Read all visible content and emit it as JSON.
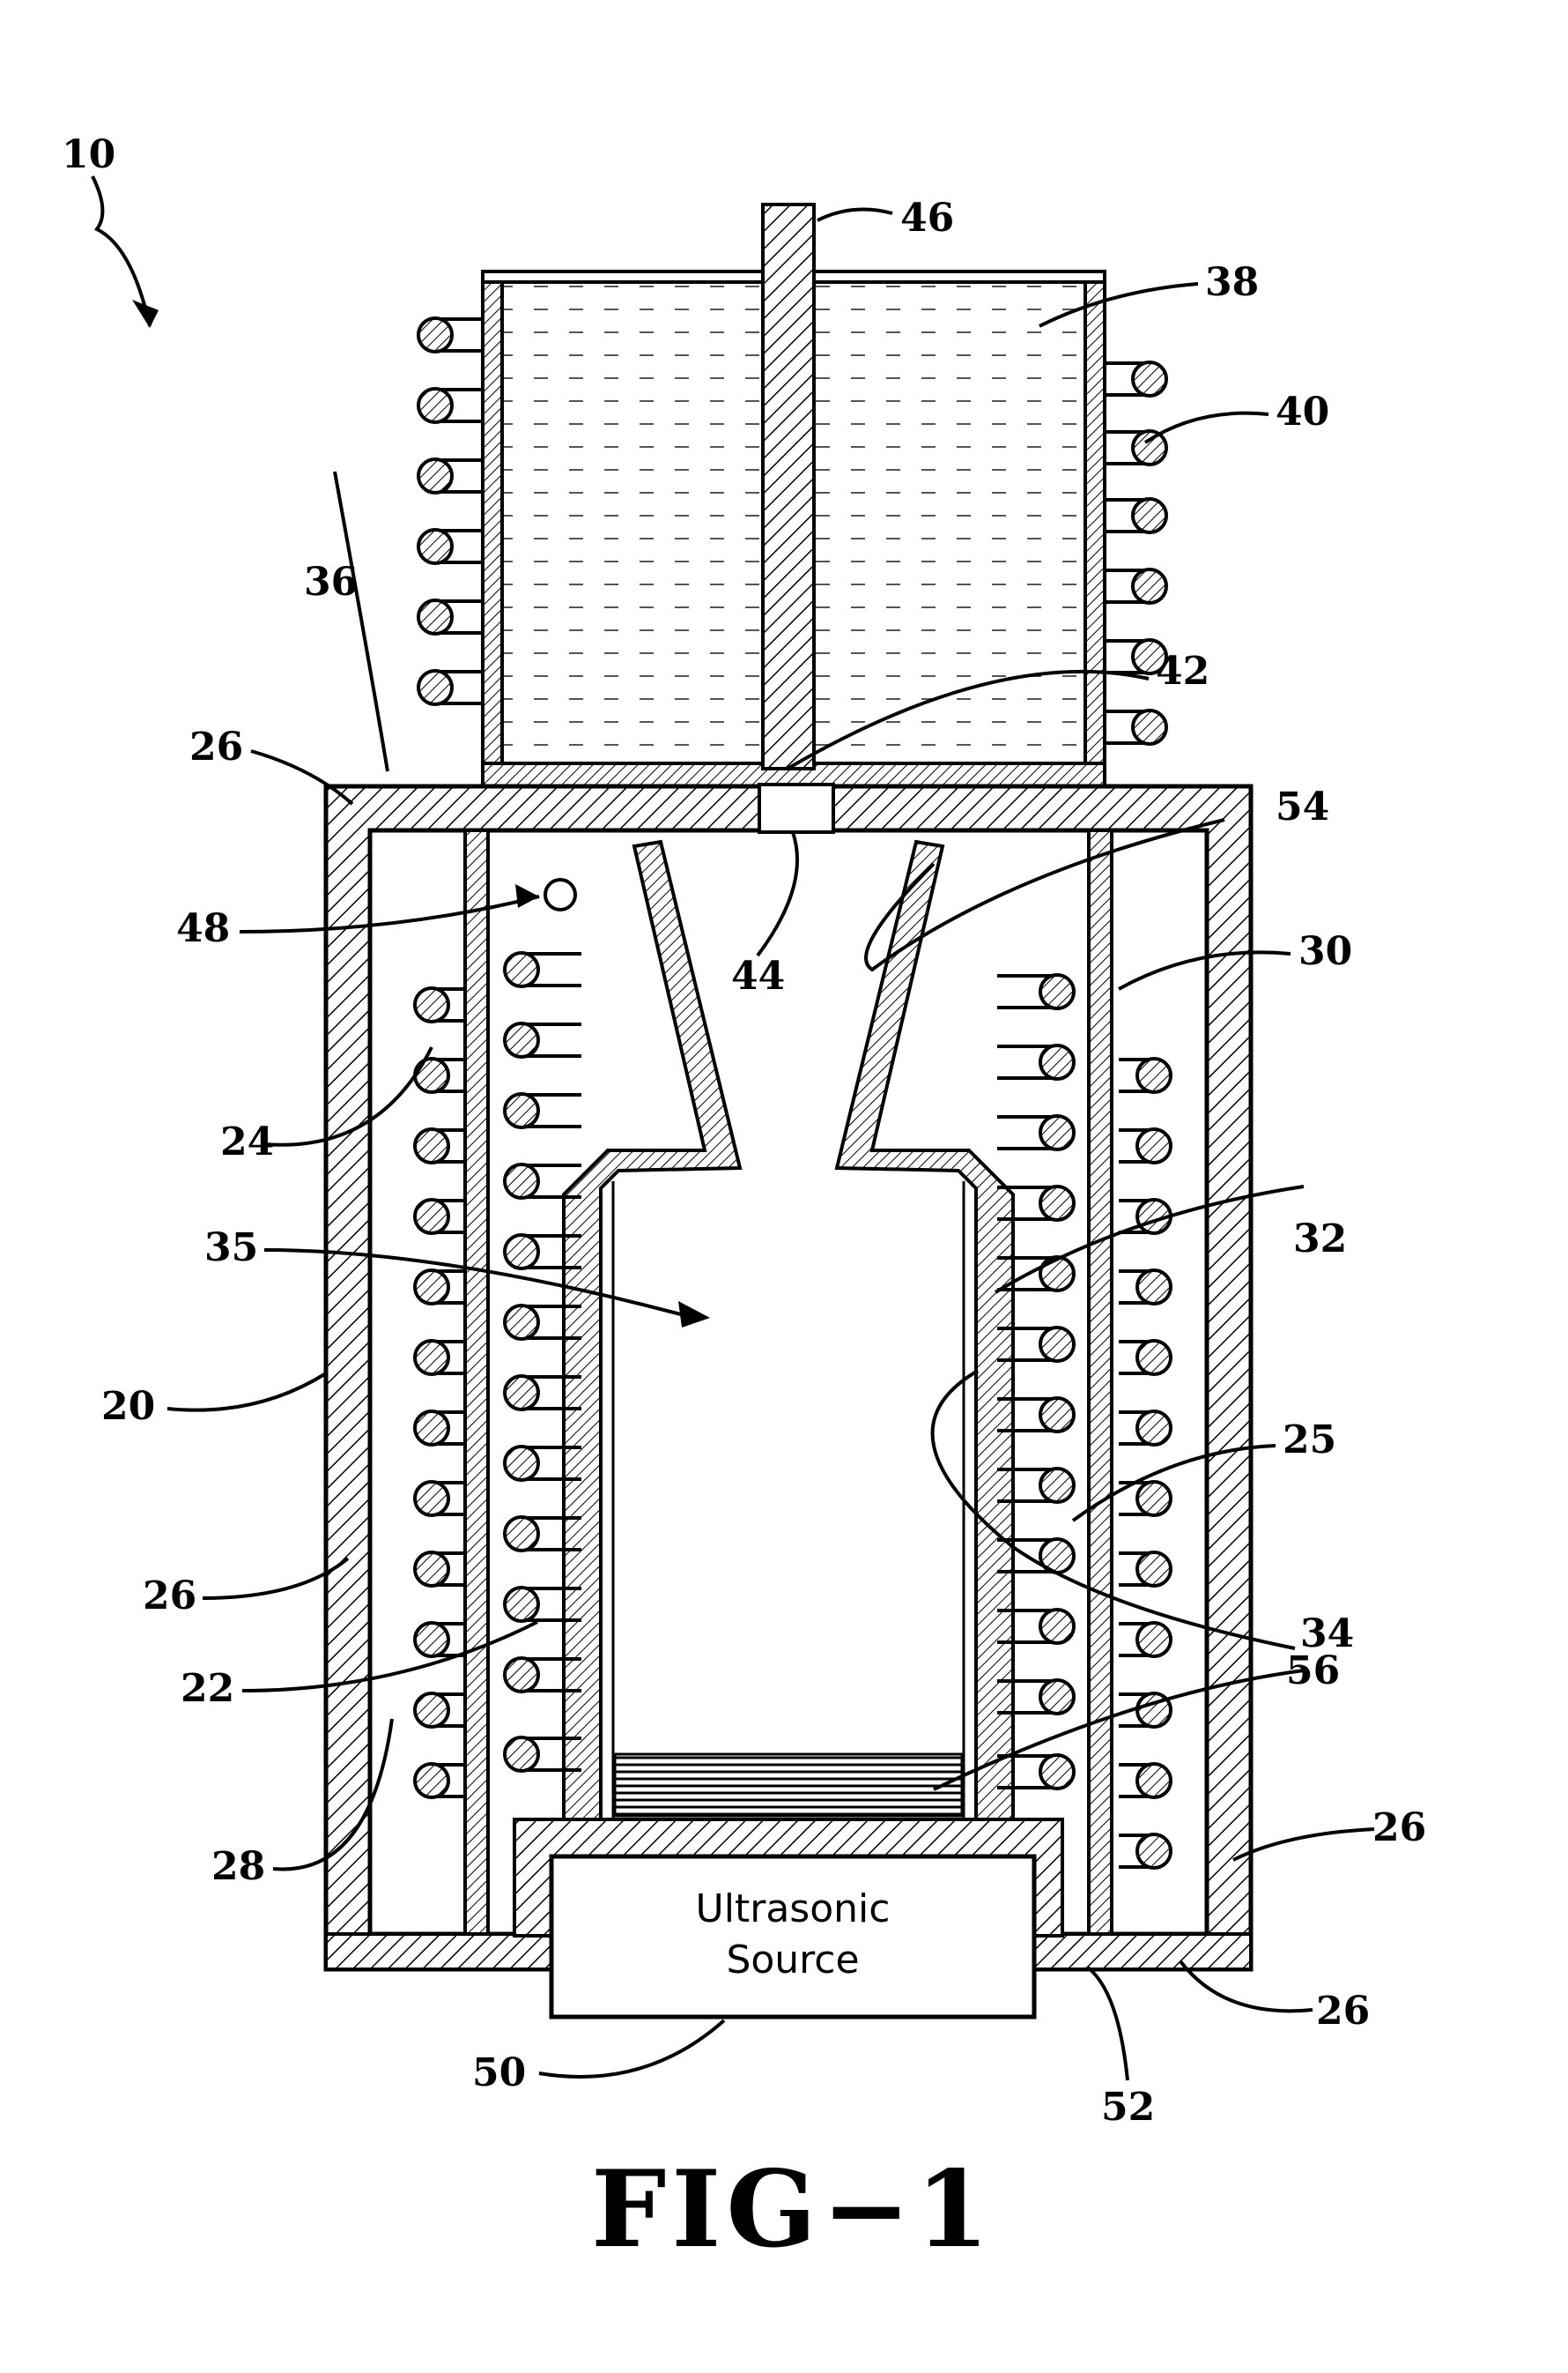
{
  "figure": {
    "caption": "FIG−1",
    "source_box_lines": [
      "Ultrasonic",
      "Source"
    ]
  },
  "labels": {
    "l10": "10",
    "l20": "20",
    "l22": "22",
    "l24": "24",
    "l25": "25",
    "l26_top": "26",
    "l26_left": "26",
    "l26_right": "26",
    "l26_bottom": "26",
    "l28": "28",
    "l30": "30",
    "l32": "32",
    "l34": "34",
    "l35": "35",
    "l36": "36",
    "l38": "38",
    "l40": "40",
    "l42": "42",
    "l44": "44",
    "l46": "46",
    "l48": "48",
    "l50": "50",
    "l52": "52",
    "l54": "54",
    "l56": "56"
  },
  "colors": {
    "ink": "#000000",
    "paper": "#ffffff"
  }
}
